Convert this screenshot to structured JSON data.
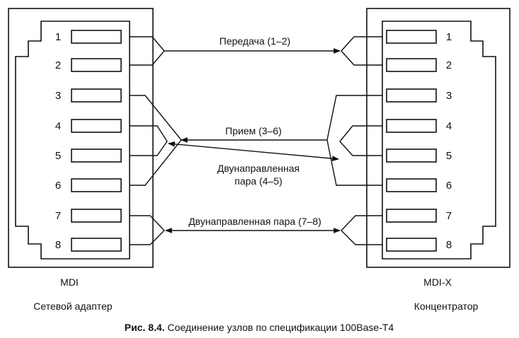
{
  "left_device": {
    "interface": "MDI",
    "name": "Сетевой адаптер",
    "pins": [
      "1",
      "2",
      "3",
      "4",
      "5",
      "6",
      "7",
      "8"
    ]
  },
  "right_device": {
    "interface": "MDI-X",
    "name": "Концентратор",
    "pins": [
      "1",
      "2",
      "3",
      "4",
      "5",
      "6",
      "7",
      "8"
    ]
  },
  "links": {
    "transmit": "Передача (1–2)",
    "receive": "Прием (3–6)",
    "bidir_45_line1": "Двунаправленная",
    "bidir_45_line2": "пара (4–5)",
    "bidir_78": "Двунаправленная пара (7–8)"
  },
  "caption": {
    "number": "Рис. 8.4.",
    "text": "Соединение узлов по спецификации 100Base-T4"
  }
}
